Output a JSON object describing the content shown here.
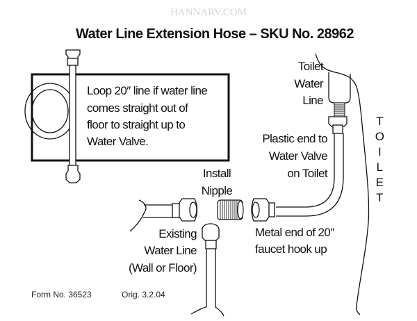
{
  "watermark": "HANNARV.COM",
  "title": "Water Line Extension Hose – SKU No. 28962",
  "note_box": {
    "lines": [
      "Loop 20″ line if water line",
      "comes straight out of",
      "floor to straight up to",
      "Water Valve."
    ]
  },
  "labels": {
    "toilet_water_line": [
      "Toilet",
      "Water",
      "Line"
    ],
    "plastic_end": [
      "Plastic end to",
      "Water Valve",
      "on Toilet"
    ],
    "install_nipple": [
      "Install",
      "Nipple"
    ],
    "existing_line": [
      "Existing",
      "Water Line",
      "(Wall or Floor)"
    ],
    "metal_end": [
      "Metal end of 20″",
      "faucet hook up"
    ],
    "toilet_vertical": [
      "T",
      "O",
      "I",
      "L",
      "E",
      "T"
    ]
  },
  "footer": {
    "form_no": "Form No. 36523",
    "orig": "Orig. 3.2.04"
  }
}
